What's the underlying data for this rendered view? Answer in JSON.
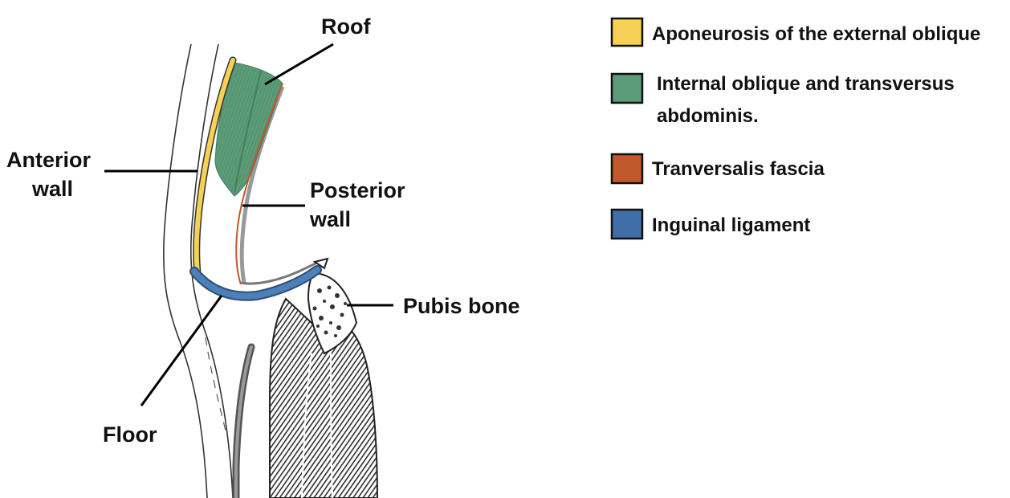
{
  "labels": {
    "roof": "Roof",
    "anterior_wall_line1": "Anterior",
    "anterior_wall_line2": "wall",
    "posterior_wall_line1": "Posterior",
    "posterior_wall_line2": "wall",
    "pubis_bone": "Pubis bone",
    "floor": "Floor"
  },
  "legend": {
    "items": [
      {
        "lines": [
          "Aponeurosis of the external oblique"
        ],
        "color": "#f7d156"
      },
      {
        "lines": [
          "Internal oblique and transversus",
          "abdominis."
        ],
        "color": "#5b9b77"
      },
      {
        "lines": [
          "Tranversalis fascia"
        ],
        "color": "#c0582c"
      },
      {
        "lines": [
          "Inguinal ligament"
        ],
        "color": "#3f6fa6"
      }
    ]
  },
  "colors": {
    "aponeurosis": "#f7d156",
    "internal_oblique": "#5b9b77",
    "transversalis_fascia": "#c0582c",
    "inguinal_ligament": "#3f6fa6",
    "muscle_hatch": "#3a3a3a",
    "outline": "#222222"
  }
}
